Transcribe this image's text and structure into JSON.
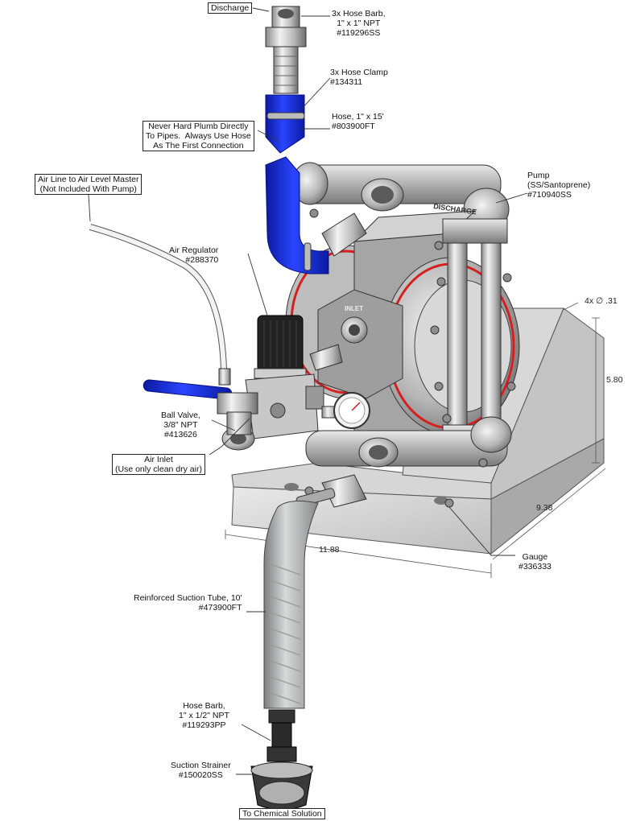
{
  "labels": {
    "discharge": "Discharge",
    "hose_barb_top": "3x Hose Barb,\n1\" x 1\" NPT\n#119296SS",
    "hose_clamp": "3x Hose Clamp\n#134311",
    "never_hard_plumb": "Never Hard Plumb Directly\nTo Pipes.  Always Use Hose\nAs The First Connection",
    "hose": "Hose, 1\" x 15'\n#803900FT",
    "air_line": "Air Line to Air Level Master\n(Not Included With Pump)",
    "pump": "Pump\n(SS/Santoprene)\n#710940SS",
    "air_regulator": "Air Regulator\n#288370",
    "ball_valve": "Ball Valve,\n3/8\" NPT\n#413626",
    "air_inlet": "Air Inlet\n(Use only clean dry air)",
    "gauge": "Gauge\n#336333",
    "suction_tube": "Reinforced Suction Tube, 10'\n#473900FT",
    "hose_barb_bottom": "Hose Barb,\n1\" x 1/2\" NPT\n#119293PP",
    "suction_strainer": "Suction Strainer\n#150020SS",
    "to_chemical": "To Chemical Solution"
  },
  "pump_text": {
    "discharge": "DISCHARGE",
    "inlet": "INLET"
  },
  "dimensions": {
    "holes": "4x ∅ .31",
    "height": "5.80",
    "depth": "9.38",
    "width": "11.88"
  },
  "colors": {
    "hose_blue": "#1a2fd6",
    "steel": "#c9c9c9",
    "diaphragm_red": "#d42020"
  }
}
